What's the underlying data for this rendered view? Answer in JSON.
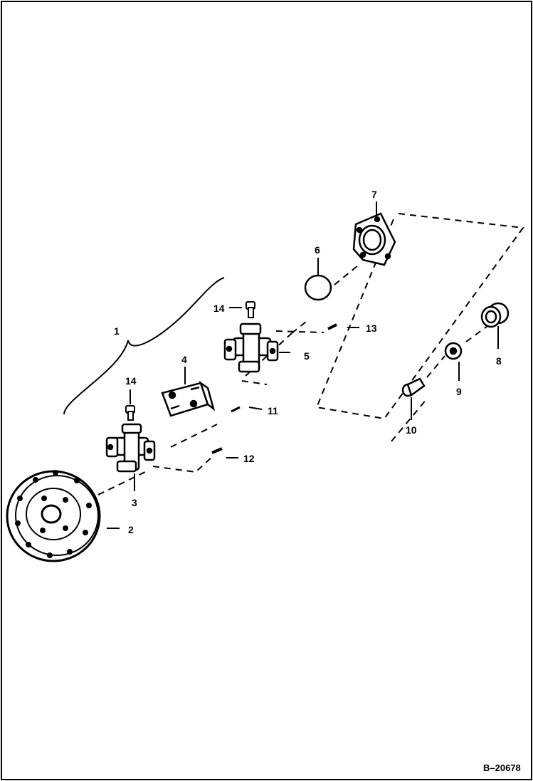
{
  "figure_number": "B–20678",
  "callouts": {
    "c1": "1",
    "c2": "2",
    "c3": "3",
    "c4": "4",
    "c5": "5",
    "c6": "6",
    "c7": "7",
    "c8": "8",
    "c9": "9",
    "c10": "10",
    "c11": "11",
    "c12": "12",
    "c13": "13",
    "c14a": "14",
    "c14b": "14"
  },
  "colors": {
    "ink": "#000000",
    "paper": "#ffffff"
  }
}
